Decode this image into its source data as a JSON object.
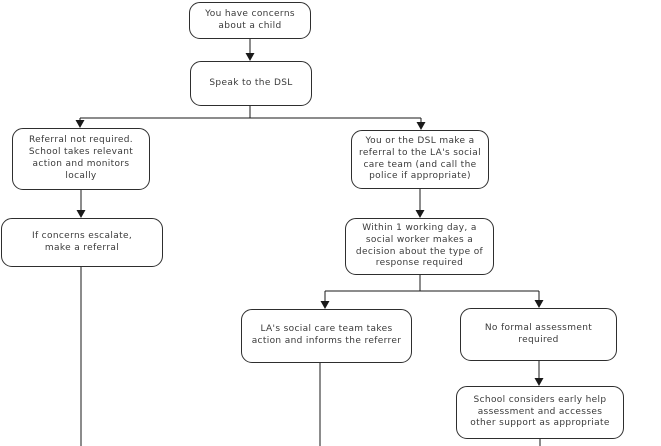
{
  "colors": {
    "background": "#ffffff",
    "box_border": "#2e2e2e",
    "line": "#1a1a1a",
    "text": "#3a3a3a"
  },
  "flowchart": {
    "description": "Safeguarding referral flowchart",
    "nodes": [
      {
        "id": "concerns",
        "text": "You have concerns\nabout a child"
      },
      {
        "id": "speak-dsl",
        "text": "Speak to the DSL"
      },
      {
        "id": "referral-not-required",
        "text": "Referral not required.\nSchool takes relevant\naction and monitors\nlocally"
      },
      {
        "id": "make-referral",
        "text": "You or the DSL make a\nreferral to the LA's social\ncare team (and call the\npolice if appropriate)"
      },
      {
        "id": "concerns-escalate",
        "text": "If concerns escalate,\nmake a referral"
      },
      {
        "id": "within-one-day",
        "text": "Within 1 working day, a\nsocial worker makes a\ndecision about the type of\nresponse required"
      },
      {
        "id": "la-team-action",
        "text": "LA's social care team takes\naction and informs the referrer"
      },
      {
        "id": "no-formal-assessment",
        "text": "No formal assessment\nrequired"
      },
      {
        "id": "early-help",
        "text": "School considers early help\nassessment and accesses\nother support as appropriate"
      }
    ]
  }
}
